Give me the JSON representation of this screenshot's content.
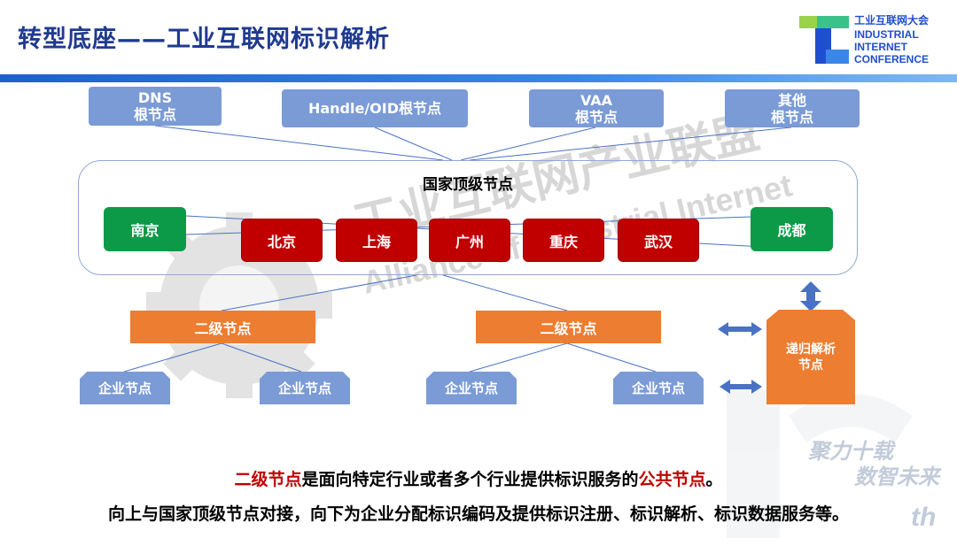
{
  "header": {
    "title": "转型底座——工业互联网标识解析",
    "logo_lines": [
      "工业互联网大会",
      "INDUSTRIAL",
      "INTERNET",
      "CONFERENCE"
    ]
  },
  "root_nodes": {
    "dns": "DNS\n根节点",
    "handle": "Handle/OID根节点",
    "vaa": "VAA\n根节点",
    "other": "其他\n根节点"
  },
  "national": {
    "label": "国家顶级节点",
    "nanjing": "南京",
    "beijing": "北京",
    "shanghai": "上海",
    "guangzhou": "广州",
    "chongqing": "重庆",
    "wuhan": "武汉",
    "chengdu": "成都"
  },
  "secondary": {
    "left": "二级节点",
    "right": "二级节点"
  },
  "enterprise": {
    "e1": "企业节点",
    "e2": "企业节点",
    "e3": "企业节点",
    "e4": "企业节点"
  },
  "recursive": "递归解析\n节点",
  "watermark": {
    "cn": "工业互联网产业联盟",
    "en": "Alliance of Industrial Internet",
    "slogan1": "聚力十载",
    "slogan2": "数智未来",
    "th": "th"
  },
  "caption": {
    "line1_hl1": "二级节点",
    "line1_mid": "是面向特定行业或者多个行业提供标识服务的",
    "line1_hl2": "公共节点",
    "line1_end": "。",
    "line2": "向上与国家顶级节点对接，向下为企业分配标识编码及提供标识注册、标识解析、标识数据服务等。"
  },
  "colors": {
    "root": "#7b9bd6",
    "city_red": "#c00000",
    "city_green": "#0c9a48",
    "secondary": "#ed7d31",
    "title": "#1f3a8f"
  }
}
